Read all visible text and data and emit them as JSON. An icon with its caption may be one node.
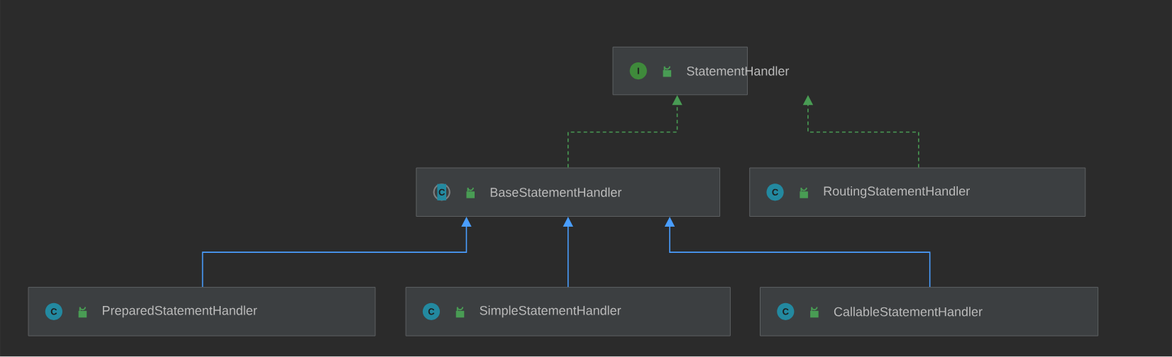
{
  "diagram": {
    "nodes": [
      {
        "text": [
          "I",
          "StatementHandler"
        ]
      },
      {
        "text": [
          "C",
          "BaseStatementHandler"
        ]
      },
      {
        "text": [
          "C",
          "RoutingStatementHandler"
        ]
      },
      {
        "text": [
          "C",
          "PreparedStatementHandler"
        ]
      },
      {
        "text": [
          "C",
          "SimpleStatementHandler"
        ]
      },
      {
        "text": [
          "C",
          "CallableStatementHandler"
        ]
      }
    ],
    "edges": [
      {
        "from": 1,
        "to": 0,
        "arrow": "to",
        "style": "dashed",
        "color": "#499c54"
      },
      {
        "from": 2,
        "to": 0,
        "arrow": "to",
        "style": "dashed",
        "color": "#499c54"
      },
      {
        "from": 3,
        "to": 1,
        "arrow": "to"
      },
      {
        "from": 4,
        "to": 1,
        "arrow": "to"
      },
      {
        "from": 5,
        "to": 1,
        "arrow": "to"
      }
    ]
  }
}
